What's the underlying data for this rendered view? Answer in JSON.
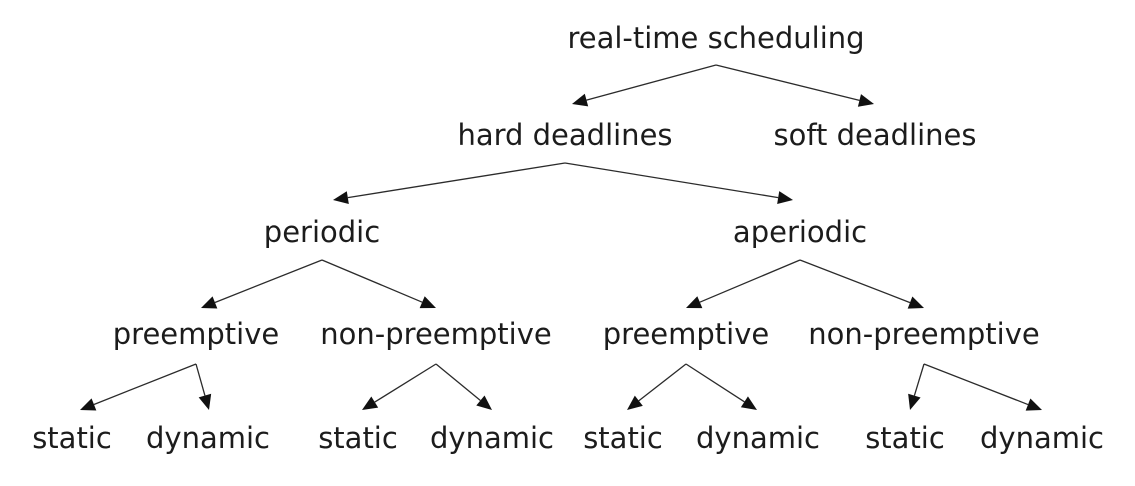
{
  "diagram": {
    "type": "tree",
    "nodes": [
      {
        "id": "root",
        "label": "real-time scheduling"
      },
      {
        "id": "hard",
        "label": "hard deadlines"
      },
      {
        "id": "soft",
        "label": "soft deadlines"
      },
      {
        "id": "periodic",
        "label": "periodic"
      },
      {
        "id": "aperiodic",
        "label": "aperiodic"
      },
      {
        "id": "p-pre",
        "label": "preemptive"
      },
      {
        "id": "p-nonpre",
        "label": "non-preemptive"
      },
      {
        "id": "a-pre",
        "label": "preemptive"
      },
      {
        "id": "a-nonpre",
        "label": "non-preemptive"
      },
      {
        "id": "pp-static",
        "label": "static"
      },
      {
        "id": "pp-dynamic",
        "label": "dynamic"
      },
      {
        "id": "pn-static",
        "label": "static"
      },
      {
        "id": "pn-dynamic",
        "label": "dynamic"
      },
      {
        "id": "ap-static",
        "label": "static"
      },
      {
        "id": "ap-dynamic",
        "label": "dynamic"
      },
      {
        "id": "an-static",
        "label": "static"
      },
      {
        "id": "an-dynamic",
        "label": "dynamic"
      }
    ],
    "edges": [
      {
        "from": "root",
        "to": "hard"
      },
      {
        "from": "root",
        "to": "soft"
      },
      {
        "from": "hard",
        "to": "periodic"
      },
      {
        "from": "hard",
        "to": "aperiodic"
      },
      {
        "from": "periodic",
        "to": "p-pre"
      },
      {
        "from": "periodic",
        "to": "p-nonpre"
      },
      {
        "from": "aperiodic",
        "to": "a-pre"
      },
      {
        "from": "aperiodic",
        "to": "a-nonpre"
      },
      {
        "from": "p-pre",
        "to": "pp-static"
      },
      {
        "from": "p-pre",
        "to": "pp-dynamic"
      },
      {
        "from": "p-nonpre",
        "to": "pn-static"
      },
      {
        "from": "p-nonpre",
        "to": "pn-dynamic"
      },
      {
        "from": "a-pre",
        "to": "ap-static"
      },
      {
        "from": "a-pre",
        "to": "ap-dynamic"
      },
      {
        "from": "a-nonpre",
        "to": "an-static"
      },
      {
        "from": "a-nonpre",
        "to": "an-dynamic"
      }
    ]
  }
}
